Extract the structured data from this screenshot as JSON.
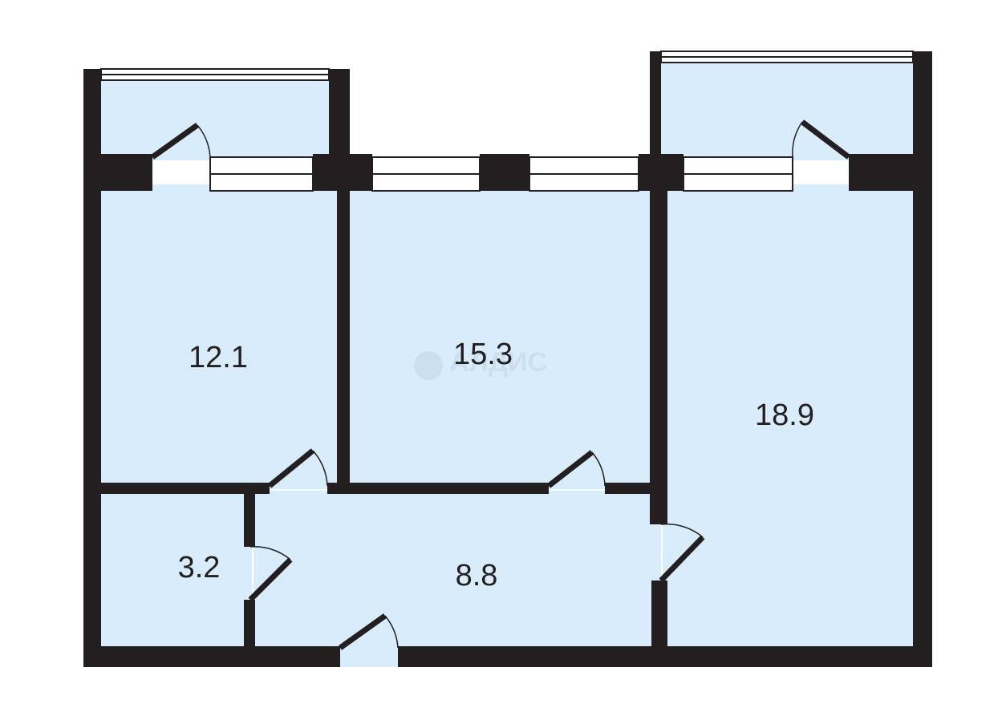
{
  "rooms": [
    {
      "id": "bedroom-left",
      "area": "12.1"
    },
    {
      "id": "living-room",
      "area": "15.3"
    },
    {
      "id": "bedroom-right",
      "area": "18.9"
    },
    {
      "id": "bathroom",
      "area": "3.2"
    },
    {
      "id": "hallway",
      "area": "8.8"
    }
  ],
  "watermark": {
    "text": "АЛДИС"
  },
  "colors": {
    "wall": "#231f20",
    "floor": "#d9ecfb",
    "window": "#ffffff"
  }
}
